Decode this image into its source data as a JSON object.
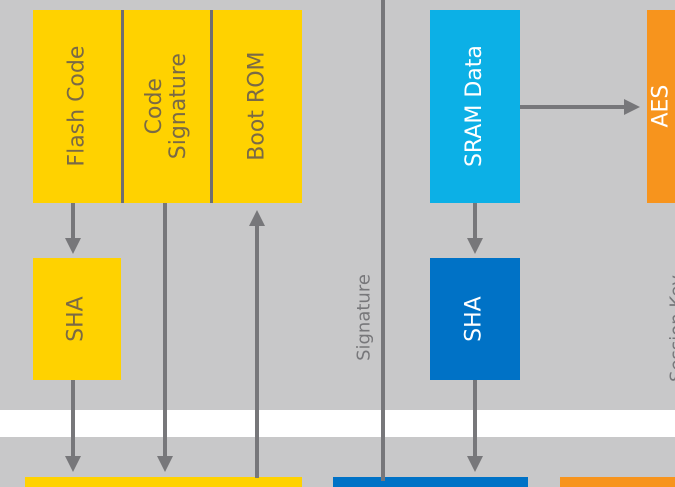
{
  "blocks": {
    "flash_code": "Flash Code",
    "code_signature_line1": "Code",
    "code_signature_line2": "Signature",
    "boot_rom": "Boot ROM",
    "sha_left": "SHA",
    "sram_data": "SRAM Data",
    "sha_right": "SHA",
    "aes": "AES"
  },
  "labels": {
    "signature": "Signature",
    "session_key": "Session Key"
  },
  "colors": {
    "yellow": "#ffd200",
    "light_blue": "#0cb0e6",
    "dark_blue": "#0072c6",
    "orange": "#f7941d",
    "background": "#c8c8c9",
    "arrow": "#77777a"
  }
}
